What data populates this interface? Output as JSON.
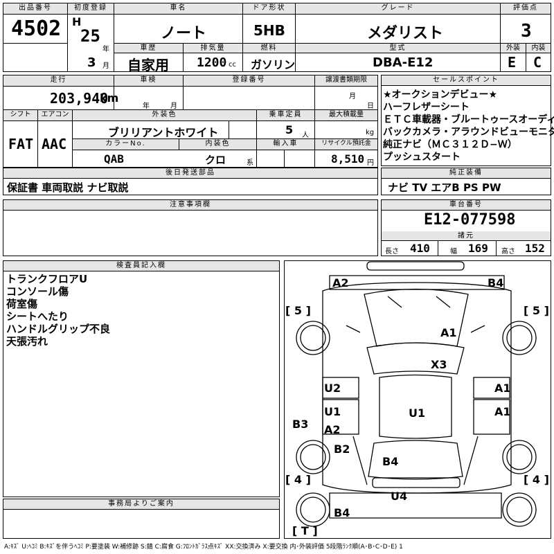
{
  "header": {
    "lot_no_label": "出品番号",
    "lot_no": "4502",
    "first_reg_label": "初度登録",
    "era": "H",
    "year": "25",
    "year_unit": "年",
    "month": "3",
    "month_unit": "月",
    "car_name_label": "車名",
    "car_name": "ノート",
    "door_label": "ドア形状",
    "door": "5HB",
    "grade_label": "グレード",
    "grade": "メダリスト",
    "score_label": "評価点",
    "score": "3",
    "history_label": "車歴",
    "history": "自家用",
    "displacement_label": "排気量",
    "displacement": "1200",
    "displacement_unit": "cc",
    "fuel_label": "燃料",
    "fuel": "ガソリン",
    "model_label": "型式",
    "model": "DBA-E12",
    "ext_label": "外装",
    "ext": "E",
    "int_label": "内装",
    "int": "C"
  },
  "row2": {
    "mileage_label": "走行",
    "mileage": "203,940",
    "mileage_unit": "km",
    "inspection_label": "車検",
    "insp_year": "年",
    "insp_month": "月",
    "reg_no_label": "登録番号",
    "transfer_label": "譲渡書類期限",
    "tr_month": "月",
    "tr_day": "日"
  },
  "row3": {
    "shift_label": "シフト",
    "shift": "FAT",
    "ac_label": "エアコン",
    "ac": "AAC",
    "ext_color_label": "外装色",
    "ext_color": "ブリリアントホワイト",
    "capacity_label": "乗車定員",
    "capacity": "5",
    "capacity_unit": "人",
    "max_load_label": "最大積載量",
    "max_load_unit": "kg",
    "color_no_label": "カラーNo.",
    "color_no": "QAB",
    "int_color_label": "内装色",
    "int_color": "クロ",
    "int_color_unit": "系",
    "import_label": "輸入車",
    "recycle_label": "リサイクル預託金",
    "recycle": "8,510",
    "recycle_unit": "円"
  },
  "later_parts": {
    "label": "後日発送部品",
    "text": "保証書 車両取説 ナビ取説"
  },
  "sales_points": {
    "label": "セールスポイント",
    "lines": [
      "★オークションデビュー★",
      "ハーフレザーシート",
      "ＥＴＣ車載器・ブルートゥースオーディオ",
      "バックカメラ・アラウンドビューモニター",
      "純正ナビ（ＭＣ３１２Ｄ−Ｗ）",
      "プッシュスタート"
    ]
  },
  "genuine": {
    "label": "純正装備",
    "text": "ナビ TV エアB PS PW"
  },
  "notes": {
    "label": "注意事項欄"
  },
  "chassis": {
    "label": "車台番号",
    "value": "E12-077598"
  },
  "specs": {
    "label": "諸元",
    "length_label": "長さ",
    "length": "410",
    "width_label": "幅",
    "width": "169",
    "height_label": "高さ",
    "height": "152"
  },
  "inspector": {
    "label": "検査員記入欄",
    "lines": [
      "トランクフロアU",
      "コンソール傷",
      "荷室傷",
      "シートへたり",
      "ハンドルグリップ不良",
      "天張汚れ"
    ]
  },
  "office": {
    "label": "事務局よりご案内"
  },
  "diagram": {
    "marks": [
      "A2",
      "B4",
      "[ 5 ]",
      "[ 5 ]",
      "A1",
      "X3",
      "U2",
      "A1",
      "U1",
      "U1",
      "A1",
      "B3",
      "A2",
      "B2",
      "B4",
      "[ 4 ]",
      "[ 4 ]",
      "U4",
      "B4",
      "[ T ]"
    ]
  },
  "legend": "A:ｷｽﾞ U:ﾍｺﾐ B:ｷｽﾞを伴うﾍｺﾐ P:要塗装 W:補修跡 S:錆 C:腐食 G:ﾌﾛﾝﾄｶﾞﾗｽ点ｷｽﾞ XX:交換済み X:要交換 内･外装評価 5段階ﾗﾝｸ順(A･B･C･D･E) 1"
}
